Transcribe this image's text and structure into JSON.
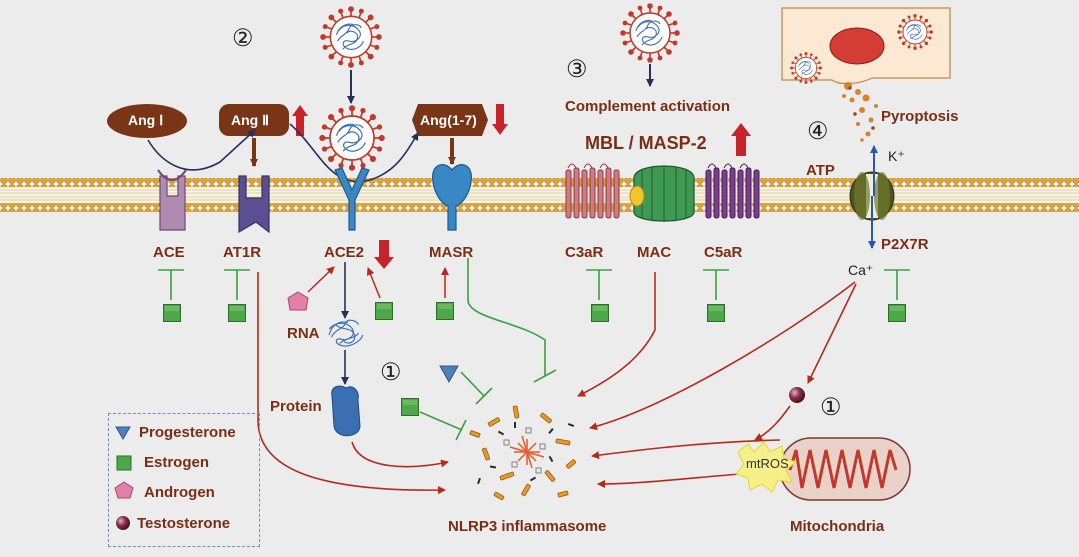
{
  "markers": {
    "one": "①",
    "two": "②",
    "three": "③",
    "four": "④"
  },
  "ligands": {
    "ang1": "Ang Ⅰ",
    "ang2": "Ang Ⅱ",
    "ang17": "Ang(1-7)"
  },
  "receptors": {
    "ace": "ACE",
    "at1r": "AT1R",
    "ace2": "ACE2",
    "masr": "MASR",
    "c3ar": "C3aR",
    "mac": "MAC",
    "c5ar": "C5aR",
    "p2x7r": "P2X7R"
  },
  "complement": {
    "activation": "Complement activation",
    "mbl": "MBL / MASP-2"
  },
  "pyroptosis": "Pyroptosis",
  "ions": {
    "k": "K⁺",
    "atp": "ATP",
    "ca": "Ca⁺"
  },
  "cytoplasm": {
    "rna": "RNA",
    "protein": "Protein",
    "mtros": "mtROS"
  },
  "outputs": {
    "nlrp3": "NLRP3 inflammasome",
    "mito": "Mitochondria"
  },
  "legend": [
    {
      "label": "Progesterone",
      "icon": "triangle",
      "color": "#4f7fb8"
    },
    {
      "label": "Estrogen",
      "icon": "square",
      "color": "#4ea84a"
    },
    {
      "label": "Androgen",
      "icon": "pentagon",
      "color": "#e37fa8"
    },
    {
      "label": "Testosterone",
      "icon": "sphere",
      "color": "#8a3048"
    }
  ],
  "colors": {
    "text": "#7a2e14",
    "inhibit": "#3aa043",
    "arrow_red": "#b52a1c",
    "arrow_navy": "#23305e",
    "up_down": "#c8232a",
    "ligand_fill": "#7a3416"
  }
}
